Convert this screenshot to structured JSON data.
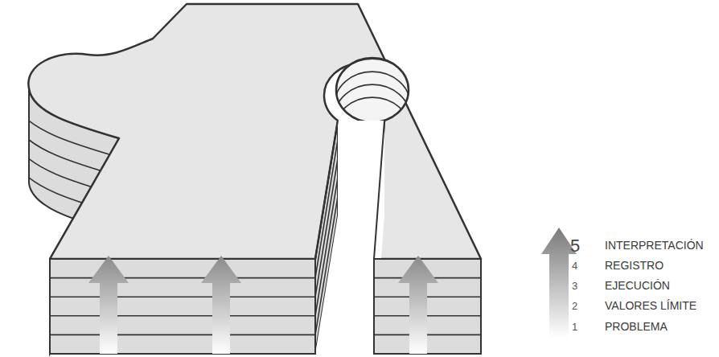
{
  "diagram": {
    "labels": [
      "5",
      "INTERPRETACIÓN",
      "4",
      "REGISTRO",
      "3",
      "EJECUCIÓN",
      "2",
      "VALORES LÍMITE",
      "1",
      "PROBLEMA"
    ]
  }
}
